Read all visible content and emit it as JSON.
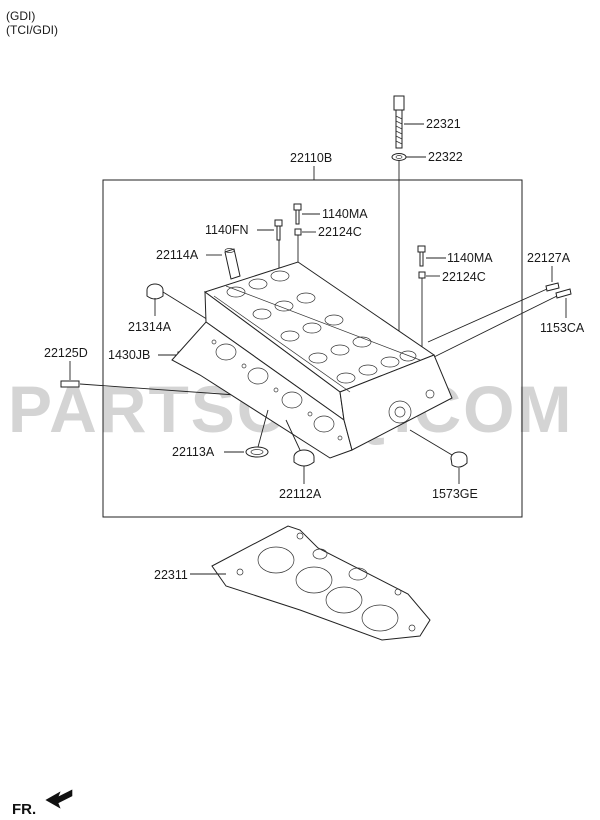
{
  "header": {
    "variant_1": "(GDI)",
    "variant_2": "(TCI/GDI)"
  },
  "watermark": "PARTSOUQ.COM",
  "footer": {
    "direction_label": "FR."
  },
  "callouts": {
    "c22321": "22321",
    "c22322": "22322",
    "c22110B": "22110B",
    "c1140MA_a": "1140MA",
    "c1140FN": "1140FN",
    "c22124C_a": "22124C",
    "c22114A": "22114A",
    "c1140MA_b": "1140MA",
    "c22124C_b": "22124C",
    "c22127A": "22127A",
    "c21314A": "21314A",
    "c1153CA": "1153CA",
    "c22125D": "22125D",
    "c1430JB": "1430JB",
    "c22113A": "22113A",
    "c22112A": "22112A",
    "c1573GE": "1573GE",
    "c22311": "22311"
  },
  "colors": {
    "line": "#222222",
    "watermark": "#d4d4d4",
    "background": "#ffffff"
  }
}
